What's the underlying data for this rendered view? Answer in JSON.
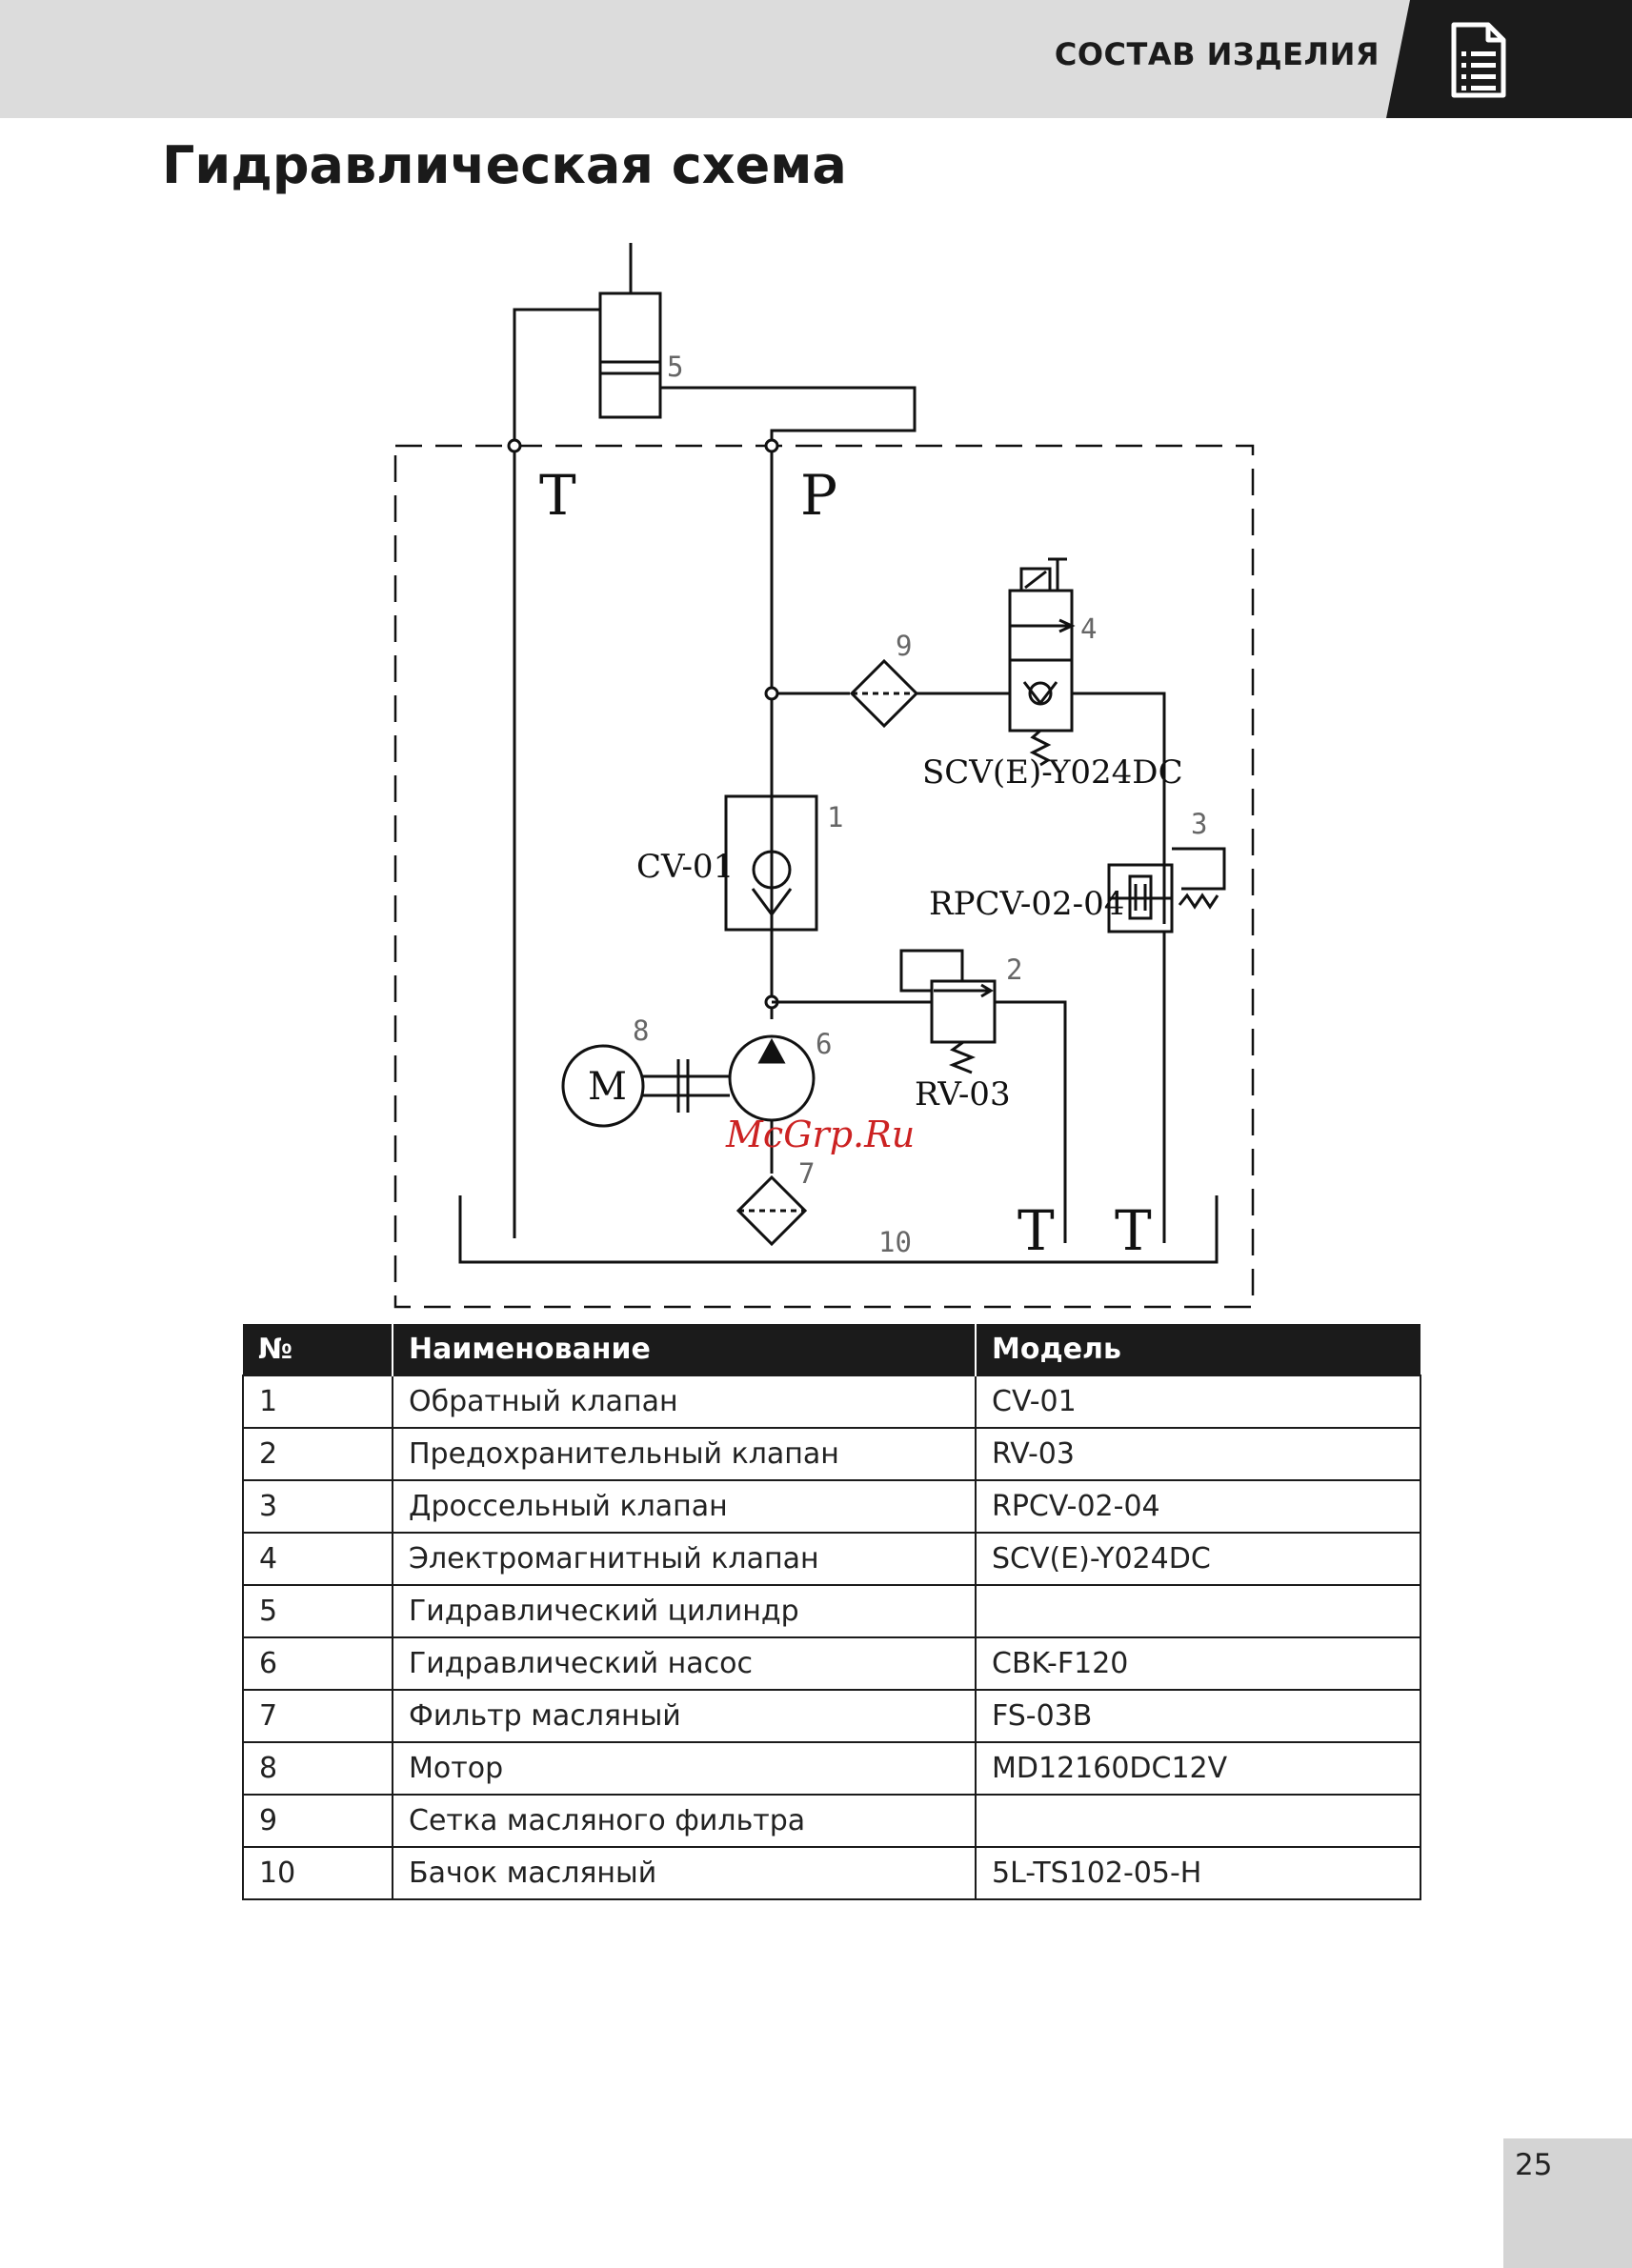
{
  "header": {
    "section_title": "СОСТАВ ИЗДЕЛИЯ",
    "icon": "document-list-icon"
  },
  "page_title": "Гидравлическая схема",
  "diagram": {
    "ports": {
      "tank": "T",
      "pressure": "P"
    },
    "labels": {
      "cv": "CV-01",
      "scv": "SCV(E)-Y024DC",
      "rpcv": "RPCV-02-04",
      "rv": "RV-03",
      "motor": "M"
    },
    "numbers": {
      "n1": "1",
      "n2": "2",
      "n3": "3",
      "n4": "4",
      "n5": "5",
      "n6": "6",
      "n7": "7",
      "n8": "8",
      "n9": "9",
      "n10": "10"
    },
    "watermark": "McGrp.Ru"
  },
  "table": {
    "headers": [
      "№",
      "Наименование",
      "Модель"
    ],
    "rows": [
      [
        "1",
        "Обратный клапан",
        "CV-01"
      ],
      [
        "2",
        "Предохранительный клапан",
        "RV-03"
      ],
      [
        "3",
        "Дроссельный клапан",
        "RPCV-02-04"
      ],
      [
        "4",
        "Электромагнитный клапан",
        "SCV(E)-Y024DC"
      ],
      [
        "5",
        "Гидравлический цилиндр",
        ""
      ],
      [
        "6",
        "Гидравлический насос",
        "CBK-F120"
      ],
      [
        "7",
        "Фильтр масляный",
        "FS-03B"
      ],
      [
        "8",
        "Мотор",
        "MD12160DC12V"
      ],
      [
        "9",
        "Сетка масляного фильтра",
        ""
      ],
      [
        "10",
        "Бачок масляный",
        "5L-TS102-05-H"
      ]
    ]
  },
  "page_number": "25"
}
